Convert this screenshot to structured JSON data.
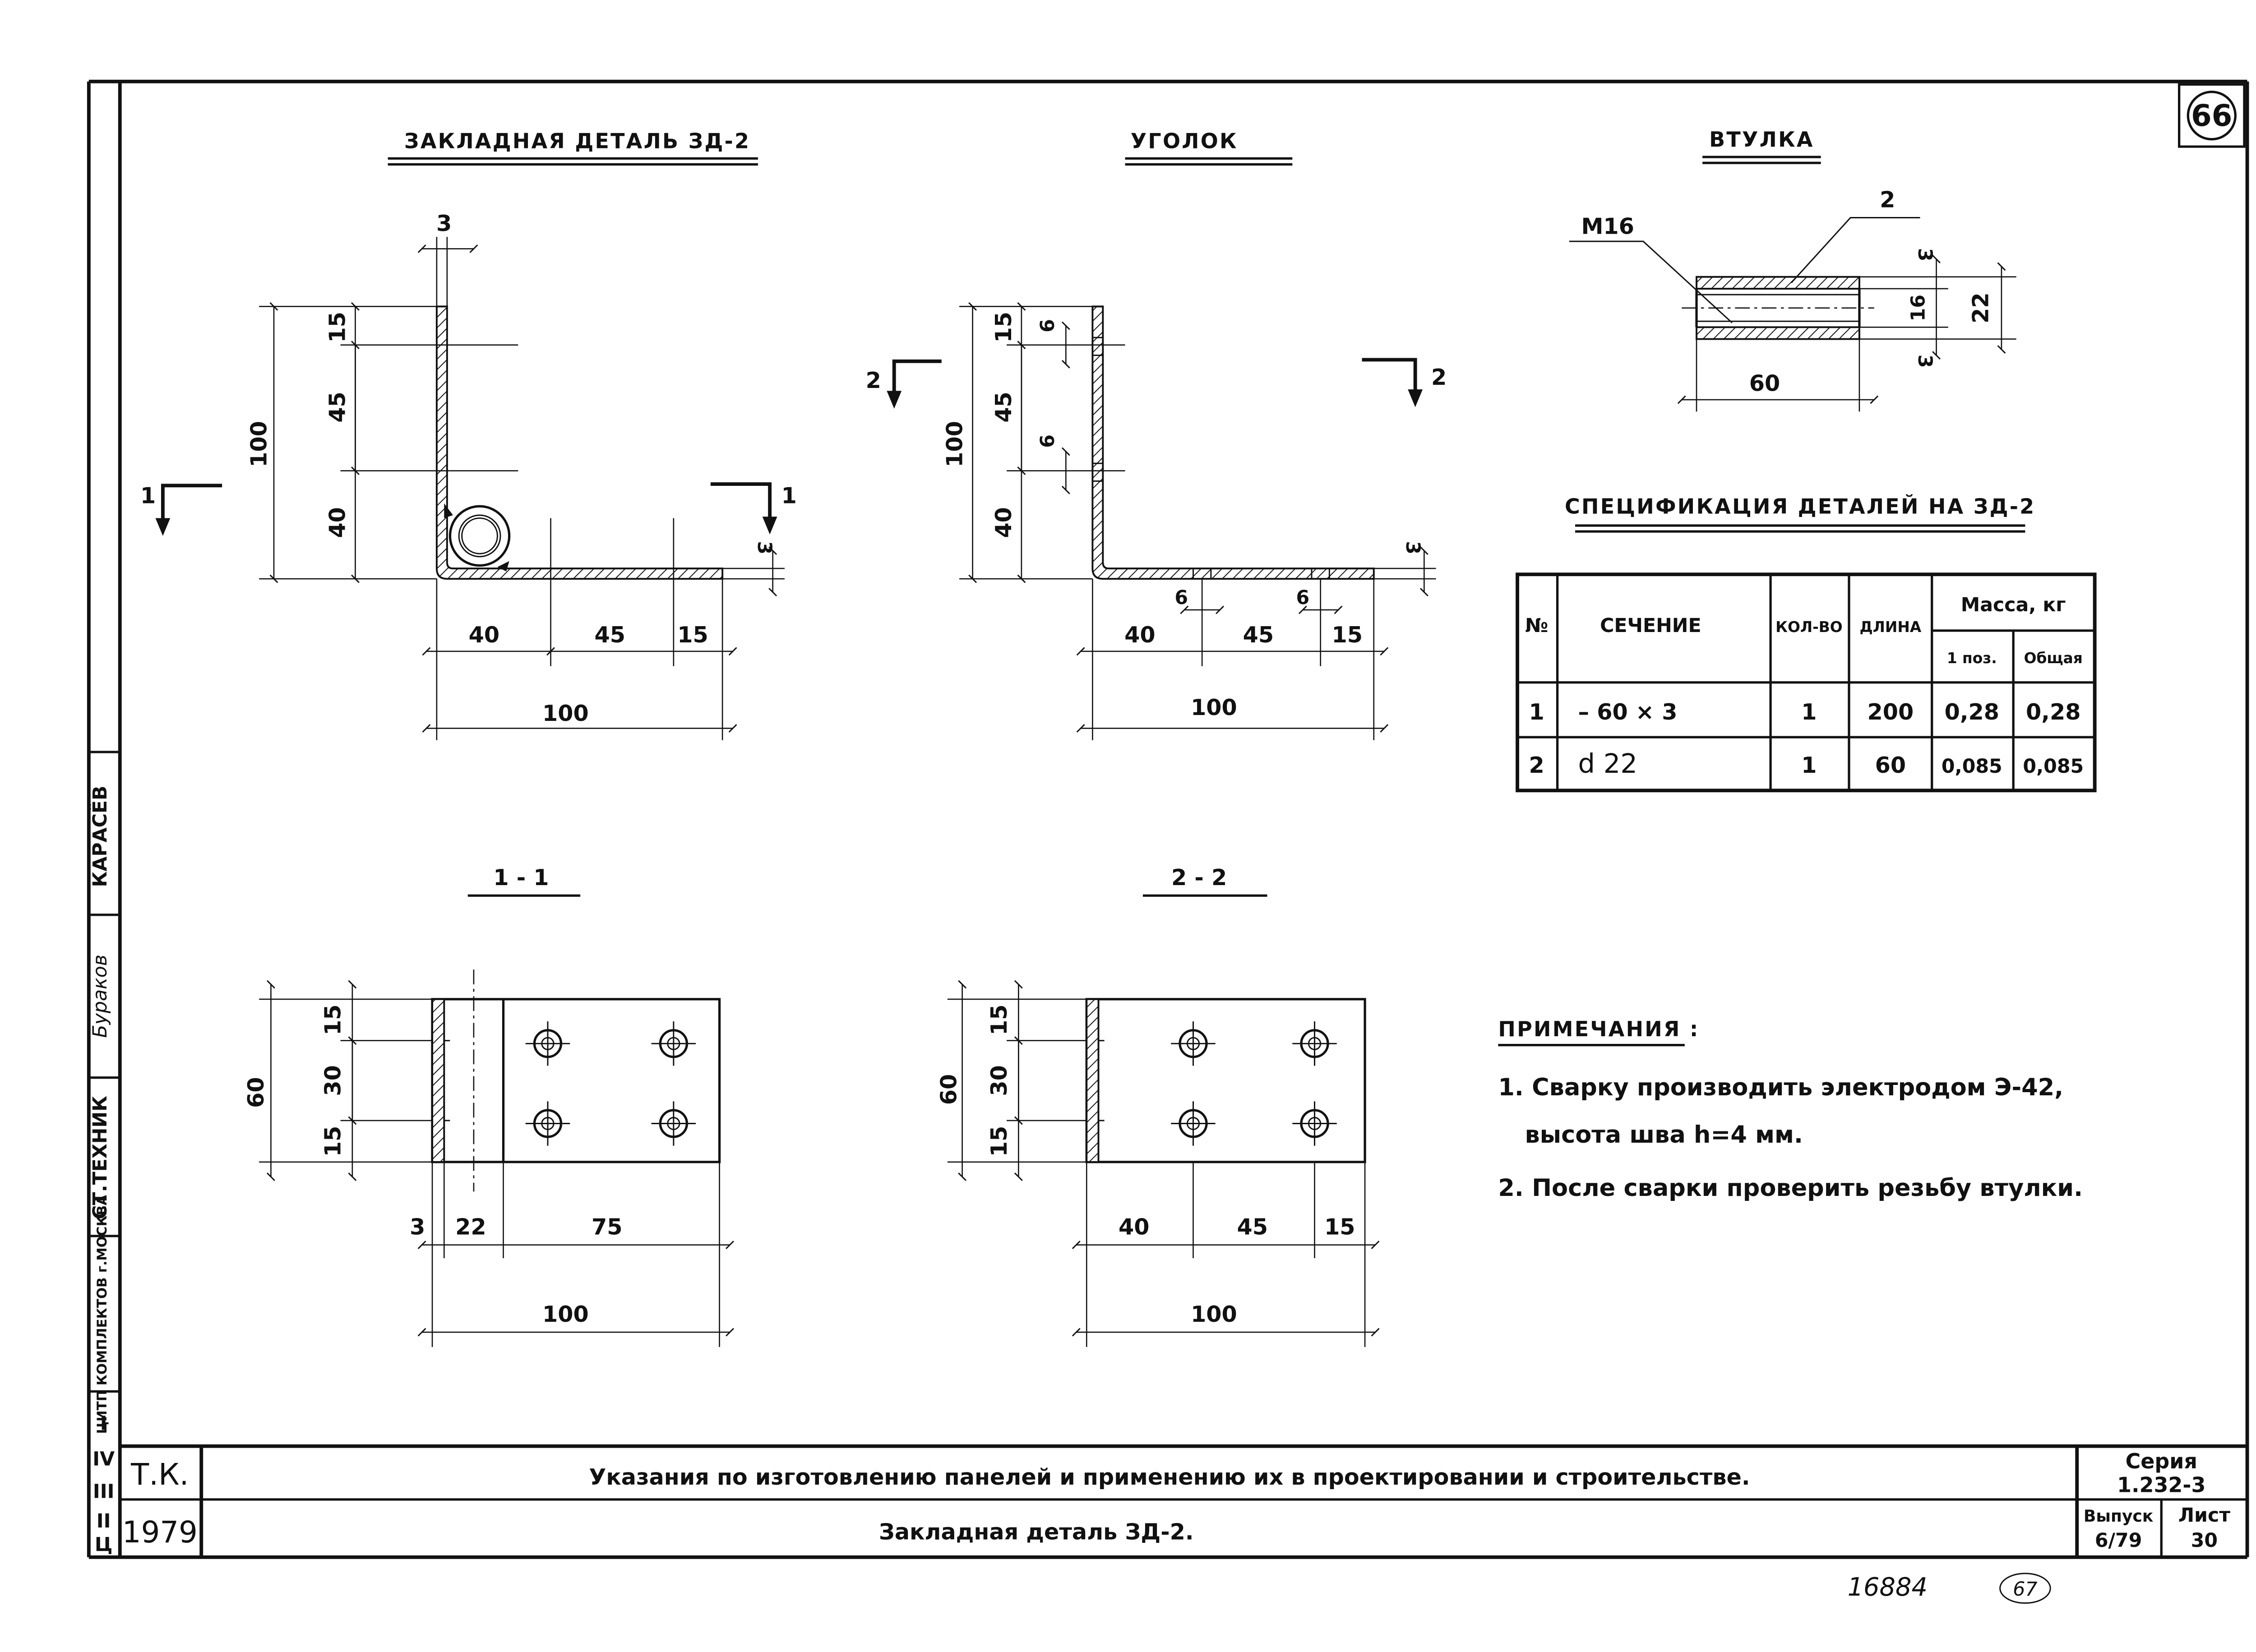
{
  "sheet_number": "66",
  "stamp_bottom_left": [
    "Ц",
    "II",
    "III",
    "IV",
    "I"
  ],
  "side_stamp": {
    "org": "ЦИТП КОМПЛЕКТОВ г.МОСКВА",
    "role": "СТ.ТЕХНИК",
    "signature": "Бураков",
    "name": "КАРАСЁВ"
  },
  "views": {
    "part": {
      "title": "ЗАКЛАДНАЯ ДЕТАЛЬ ЗД-2",
      "dims": {
        "top_3": "3",
        "v15": "15",
        "v45": "45",
        "v40": "40",
        "v100": "100",
        "h40": "40",
        "h45": "45",
        "h15": "15",
        "h100": "100",
        "t3": "3",
        "cut": "1"
      }
    },
    "angle": {
      "title": "УГОЛОК",
      "dims": {
        "v15": "15",
        "v45": "45",
        "v40": "40",
        "v100": "100",
        "v6a": "6",
        "v6b": "6",
        "h6a": "6",
        "h6b": "6",
        "h40": "40",
        "h45": "45",
        "h15": "15",
        "h100": "100",
        "t3": "3",
        "cut": "2"
      }
    },
    "sleeve": {
      "title": "ВТУЛКА",
      "dims": {
        "thread": "М16",
        "pos": "2",
        "t3a": "3",
        "d16": "16",
        "d22": "22",
        "t3b": "3",
        "len": "60"
      }
    },
    "section11": {
      "title": "1 - 1",
      "dims": {
        "v15a": "15",
        "v30": "30",
        "v15b": "15",
        "v60": "60",
        "h3": "3",
        "h22": "22",
        "h75": "75",
        "h100": "100"
      }
    },
    "section22": {
      "title": "2 - 2",
      "dims": {
        "v15a": "15",
        "v30": "30",
        "v15b": "15",
        "v60": "60",
        "h40": "40",
        "h45": "45",
        "h15": "15",
        "h100": "100"
      }
    }
  },
  "spec": {
    "title": "СПЕЦИФИКАЦИЯ ДЕТАЛЕЙ НА ЗД-2",
    "headers": {
      "no": "№",
      "section": "СЕЧЕНИЕ",
      "qty": "КОЛ-ВО",
      "length": "ДЛИНА",
      "mass": "Масса, кг",
      "mass_one": "1 поз.",
      "mass_total": "Общая"
    },
    "rows": [
      {
        "no": "1",
        "section": "– 60 × 3",
        "qty": "1",
        "length": "200",
        "mass_one": "0,28",
        "mass_total": "0,28"
      },
      {
        "no": "2",
        "section": "d 22",
        "qty": "1",
        "length": "60",
        "mass_one": "0,085",
        "mass_total": "0,085"
      }
    ]
  },
  "notes": {
    "title": "ПРИМЕЧАНИЯ :",
    "items": [
      "1. Сварку производить электродом Э-42,",
      "высота шва h=4 мм.",
      "2. После сварки проверить резьбу втулки."
    ]
  },
  "title_block": {
    "tk": "Т.К.",
    "year": "1979",
    "main_title": "Указания по изготовлению панелей и применению их в проектировании и строительстве.",
    "sub_title": "Закладная деталь ЗД-2.",
    "series_label": "Серия",
    "series_value": "1.232-3",
    "issue_label": "Выпуск",
    "issue_value": "6/79",
    "sheet_label": "Лист",
    "sheet_value": "30"
  },
  "footer": {
    "archive_no": "16884",
    "mark": "67"
  }
}
